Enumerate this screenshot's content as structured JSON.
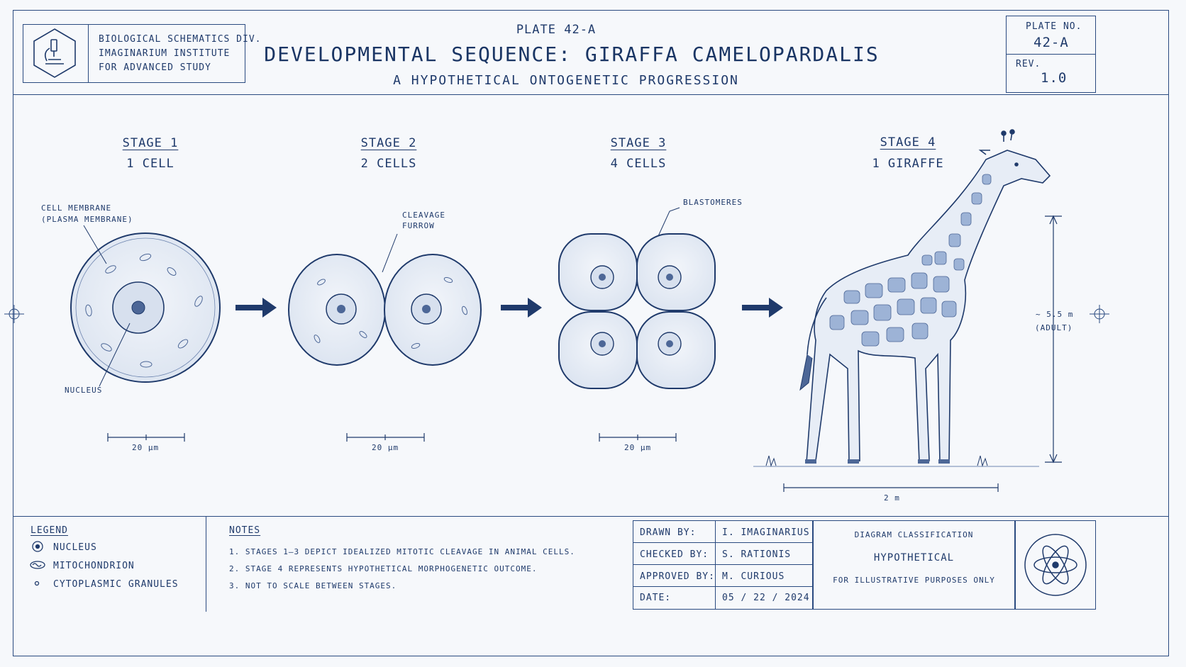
{
  "institution": {
    "lines": [
      "BIOLOGICAL SCHEMATICS DIV.",
      "IMAGINARIUM INSTITUTE",
      "FOR ADVANCED STUDY"
    ],
    "logo_icon": "microscope-icon"
  },
  "header": {
    "plate": "PLATE 42-A",
    "title": "DEVELOPMENTAL SEQUENCE: GIRAFFA CAMELOPARDALIS",
    "subtitle": "A HYPOTHETICAL ONTOGENETIC PROGRESSION"
  },
  "plate_box": {
    "plate_label": "PLATE NO.",
    "plate_value": "42-A",
    "rev_label": "REV.",
    "rev_value": "1.0"
  },
  "stages": [
    {
      "title": "STAGE 1",
      "count": "1 CELL",
      "scale": "20 µm"
    },
    {
      "title": "STAGE 2",
      "count": "2 CELLS",
      "scale": "20 µm"
    },
    {
      "title": "STAGE 3",
      "count": "4 CELLS",
      "scale": "20 µm"
    },
    {
      "title": "STAGE 4",
      "count": "1 GIRAFFE",
      "scale": "2 m"
    }
  ],
  "annotations": {
    "membrane_1": "CELL MEMBRANE",
    "membrane_2": "(PLASMA MEMBRANE)",
    "nucleus": "NUCLEUS",
    "cleavage_1": "CLEAVAGE",
    "cleavage_2": "FURROW",
    "blastomeres": "BLASTOMERES",
    "height_1": "~ 5.5 m",
    "height_2": "(ADULT)"
  },
  "legend": {
    "title": "LEGEND",
    "items": [
      {
        "label": "NUCLEUS",
        "icon": "nucleus-icon"
      },
      {
        "label": "MITOCHONDRION",
        "icon": "mitochondrion-icon"
      },
      {
        "label": "CYTOPLASMIC GRANULES",
        "icon": "granule-icon"
      }
    ]
  },
  "notes": {
    "title": "NOTES",
    "items": [
      "1.  STAGES 1–3 DEPICT IDEALIZED MITOTIC CLEAVAGE IN ANIMAL CELLS.",
      "2.  STAGE 4 REPRESENTS HYPOTHETICAL MORPHOGENETIC OUTCOME.",
      "3.  NOT TO SCALE BETWEEN STAGES."
    ]
  },
  "signoff": [
    {
      "label": "DRAWN BY:",
      "value": "I. IMAGINARIUS"
    },
    {
      "label": "CHECKED BY:",
      "value": "S. RATIONIS"
    },
    {
      "label": "APPROVED BY:",
      "value": "M. CURIOUS"
    },
    {
      "label": "DATE:",
      "value": "05 / 22 / 2024"
    }
  ],
  "classification": {
    "heading": "DIAGRAM CLASSIFICATION",
    "value": "HYPOTHETICAL",
    "note": "FOR ILLUSTRATIVE PURPOSES ONLY",
    "icon": "atom-icon"
  },
  "colors": {
    "ink": "#1f3a6b",
    "paper": "#f6f8fb",
    "cell_fill": "#e9eef6",
    "spot": "#9db3d6"
  }
}
